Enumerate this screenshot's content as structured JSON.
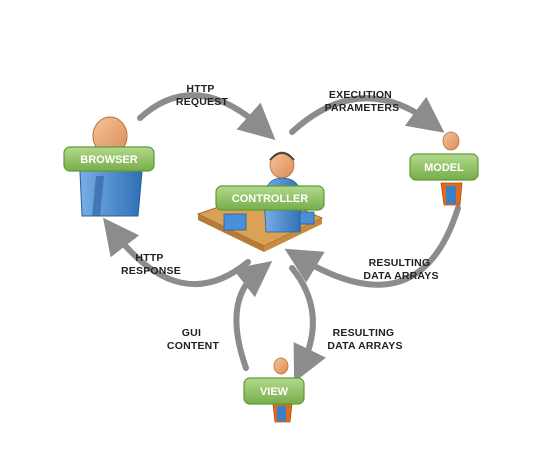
{
  "nodes": {
    "browser": "BROWSER",
    "controller": "CONTROLLER",
    "model": "MODEL",
    "view": "VIEW"
  },
  "flows": {
    "http_request": [
      "HTTP",
      "REQUEST"
    ],
    "execution_parameters": [
      "EXECUTION",
      "PARAMETERS"
    ],
    "http_response": [
      "HTTP",
      "RESPONSE"
    ],
    "resulting_model": [
      "RESULTING",
      "DATA ARRAYS"
    ],
    "gui_content": [
      "GUI",
      "CONTENT"
    ],
    "resulting_view": [
      "RESULTING",
      "DATA ARRAYS"
    ]
  },
  "colors": {
    "arrow": "#8c8c8c",
    "node_fill": "#8dc163",
    "node_border": "#5f9a3a",
    "shirt_blue": "#3b7fc4",
    "skin": "#e8a06a",
    "orange": "#e26a1e",
    "desk": "#d9a257"
  }
}
